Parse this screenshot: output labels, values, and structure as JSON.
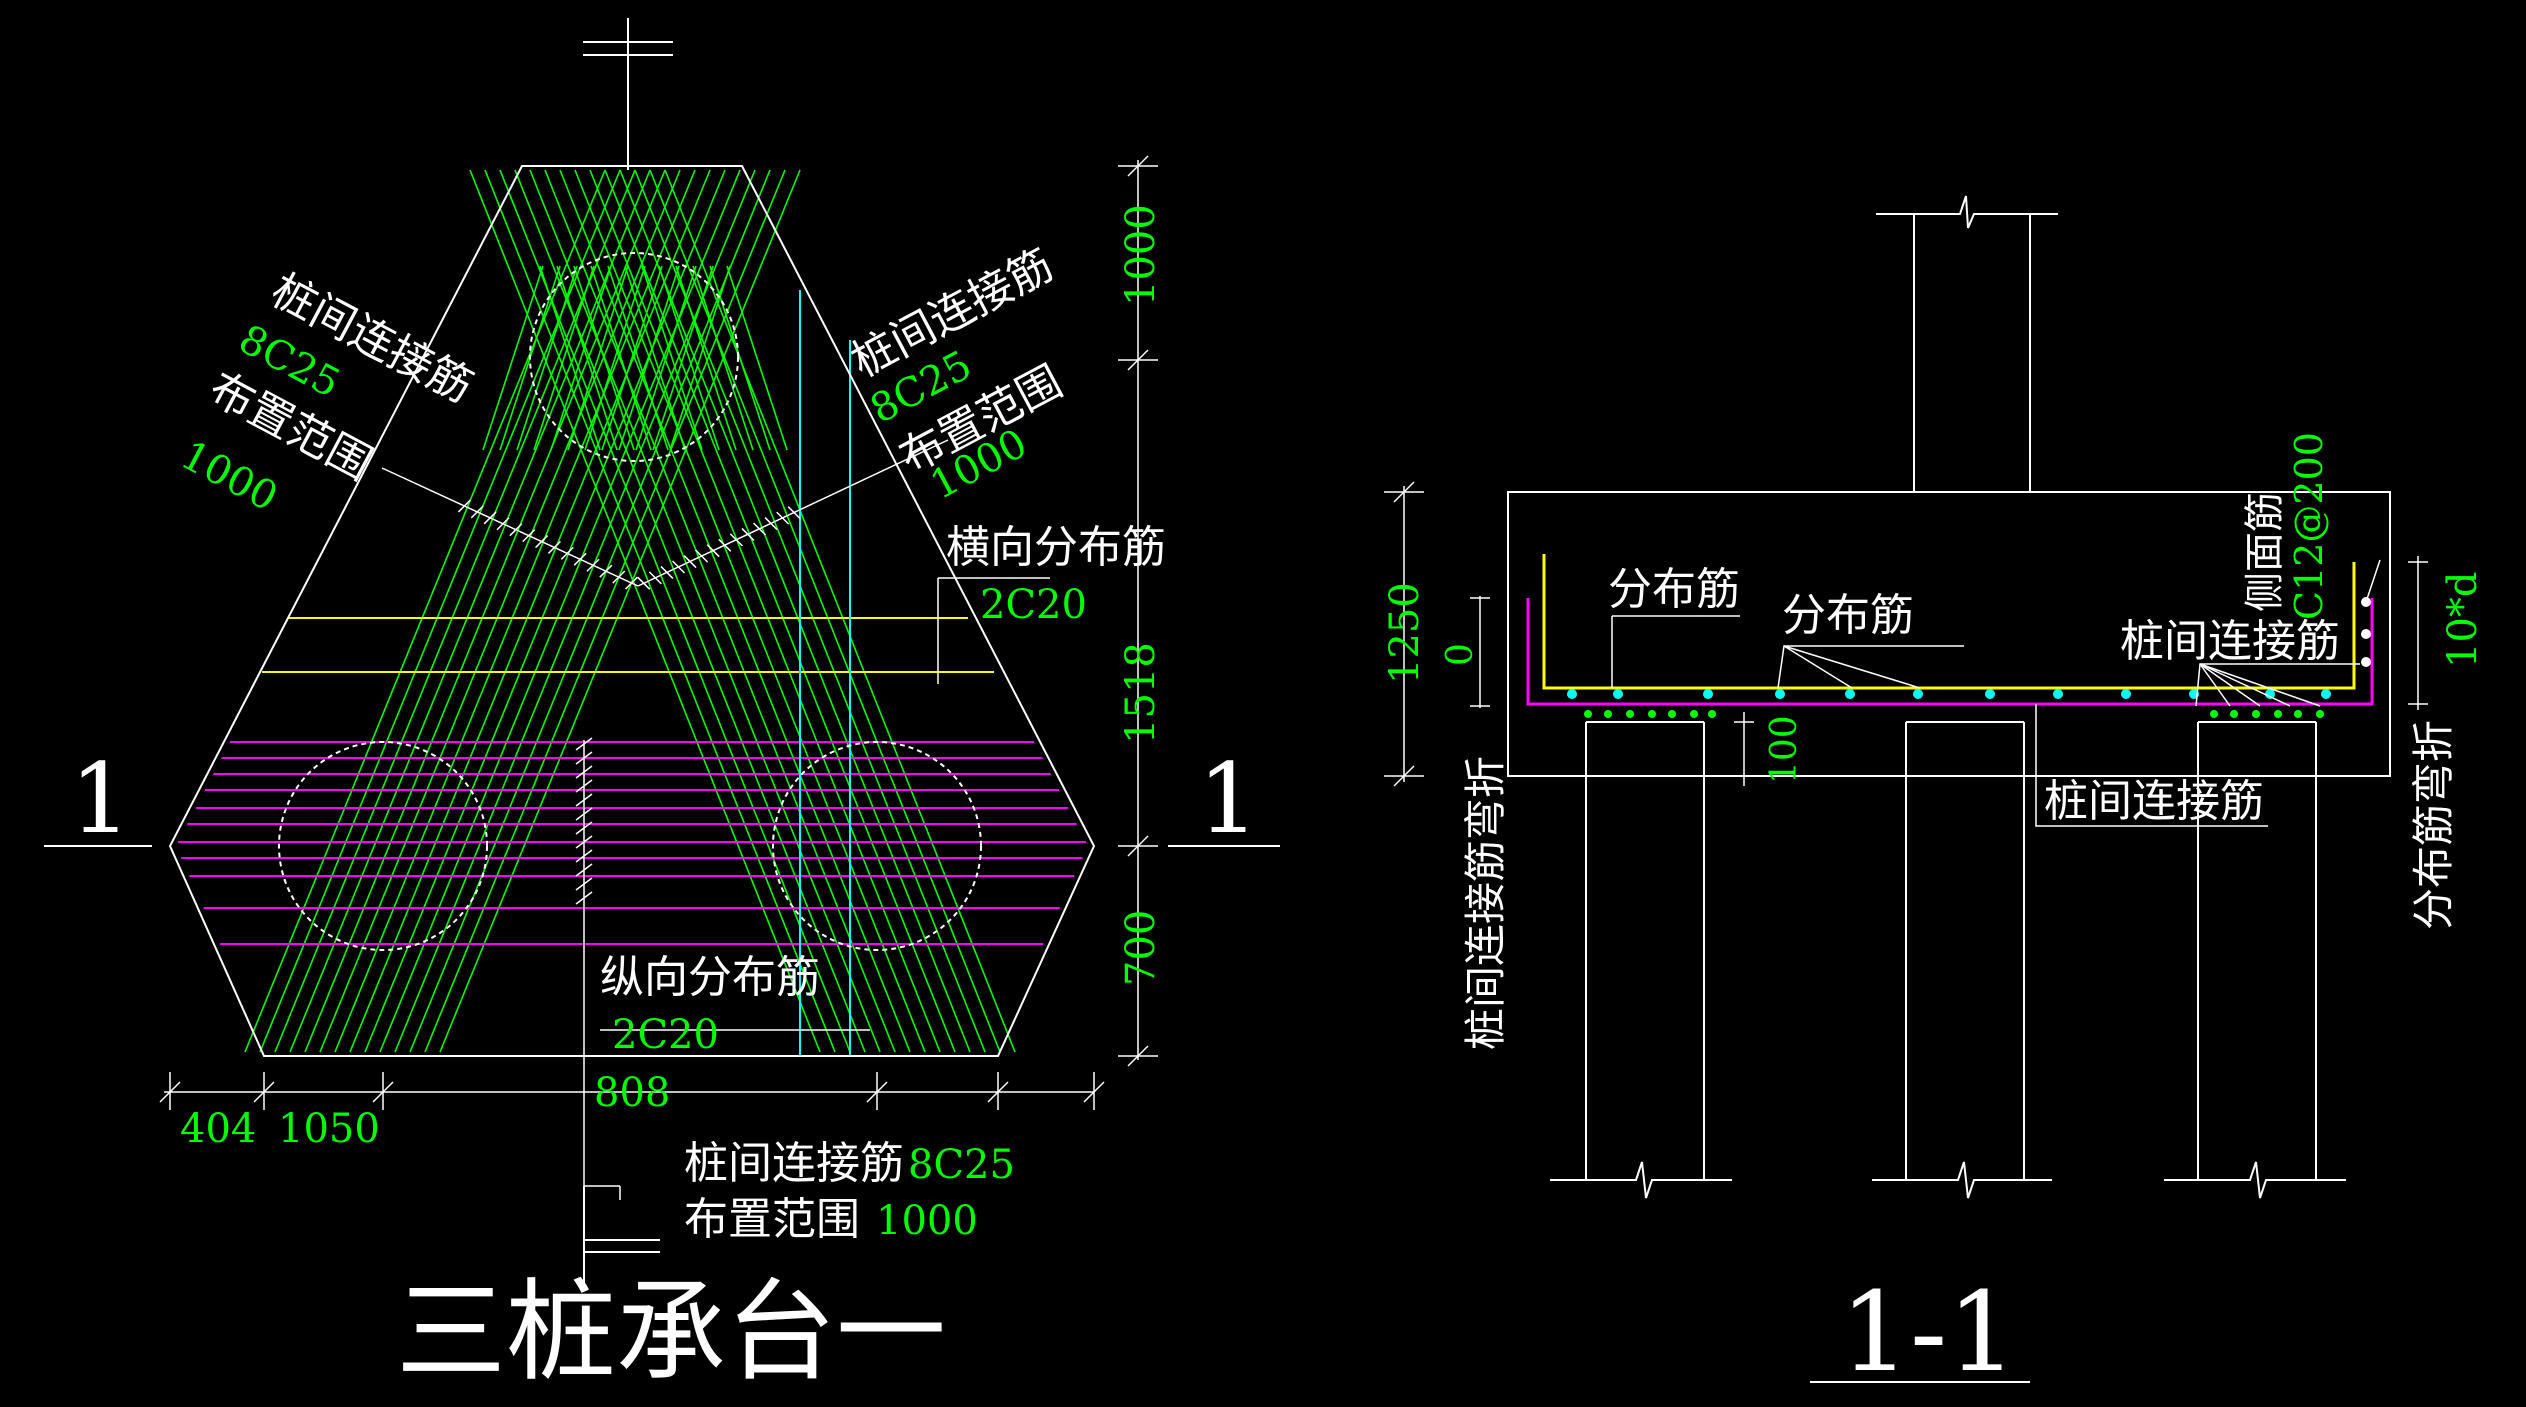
{
  "colors": {
    "background": "#000000",
    "outline": "#ffffff",
    "tie_bar": "#00ff00",
    "distribution_bar": "#ffff00",
    "bottom_bar": "#ff00ff",
    "bar_dot": "#00ffff",
    "dimension_text": "#00ff00"
  },
  "plan": {
    "title": "三桩承台一",
    "section_mark_left": "1",
    "section_mark_right": "1",
    "ann_left": {
      "name": "桩间连接筋",
      "spec": "8C25",
      "range_label": "布置范围",
      "range": "1000"
    },
    "ann_right": {
      "name": "桩间连接筋",
      "spec": "8C25",
      "range_label": "布置范围",
      "range": "1000"
    },
    "ann_transverse": {
      "name": "横向分布筋",
      "spec": "2C20"
    },
    "ann_longitudinal": {
      "name": "纵向分布筋",
      "spec": "2C20"
    },
    "ann_bottom": {
      "name": "桩间连接筋",
      "spec": "8C25",
      "range_label": "布置范围",
      "range": "1000"
    },
    "dims_vertical": [
      "1000",
      "1518",
      "700"
    ],
    "dims_horizontal": [
      "404",
      "1050",
      "808"
    ]
  },
  "section": {
    "title": "1-1",
    "dim_height": "1250",
    "dim_zero": "0",
    "dim_cover": "100",
    "dim_bend": "10*d",
    "labels": {
      "dist_bar_1": "分布筋",
      "dist_bar_2": "分布筋",
      "tie_bar_top": "桩间连接筋",
      "tie_bar_bottom": "桩间连接筋",
      "side_bar": "侧面筋",
      "side_bar_spec": "C12@200",
      "tie_bend": "桩间连接筋弯折",
      "dist_bend": "分布筋弯折"
    }
  }
}
